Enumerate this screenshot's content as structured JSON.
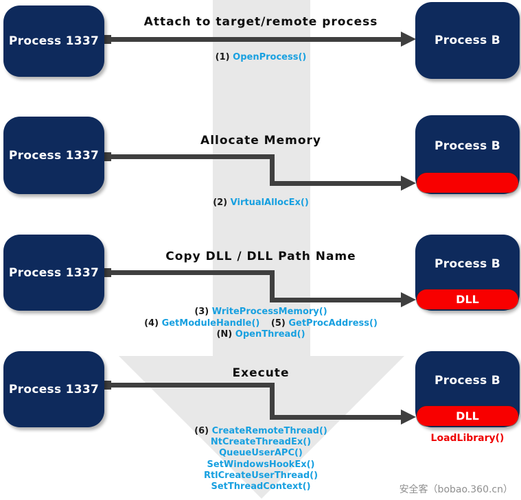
{
  "diagram": {
    "subject": "dll-injection-flow",
    "watermark": "安全客（bobao.360.cn）"
  },
  "colors": {
    "process_box": "#0e2a5c",
    "payload_red": "#f80000",
    "function_blue": "#18a0e0",
    "arrow_dark": "#3f3f3f",
    "big_arrow_gray": "#e8e8e8",
    "caption_red": "#ee0000"
  },
  "big_arrow": {
    "direction": "down"
  },
  "rows": [
    {
      "left_box": "Process 1337",
      "right_box": "Process B",
      "title": "Attach to target/remote process",
      "call_lines": [
        [
          {
            "prefix": "(1)",
            "func": "OpenProcess()"
          }
        ]
      ]
    },
    {
      "left_box": "Process 1337",
      "right_box": "Process B",
      "title": "Allocate Memory",
      "payload_label": "",
      "call_lines": [
        [
          {
            "prefix": "(2)",
            "func": "VirtualAllocEx()"
          }
        ]
      ]
    },
    {
      "left_box": "Process 1337",
      "right_box": "Process B",
      "title": "Copy DLL / DLL Path Name",
      "payload_label": "DLL",
      "call_lines": [
        [
          {
            "prefix": "(3)",
            "func": "WriteProcessMemory()"
          }
        ],
        [
          {
            "prefix": "(4)",
            "func": "GetModuleHandle()"
          },
          {
            "prefix": "(5)",
            "func": "GetProcAddress()"
          }
        ],
        [
          {
            "prefix": "(N)",
            "func": "OpenThread()"
          }
        ]
      ]
    },
    {
      "left_box": "Process 1337",
      "right_box": "Process B",
      "title": "Execute",
      "payload_label": "DLL",
      "payload_caption": "LoadLibrary()",
      "call_lines": [
        [
          {
            "prefix": "(6)",
            "func": "CreateRemoteThread()"
          }
        ],
        [
          {
            "func": "NtCreateThreadEx()"
          }
        ],
        [
          {
            "func": "QueueUserAPC()"
          }
        ],
        [
          {
            "func": "SetWindowsHookEx()"
          }
        ],
        [
          {
            "func": "RtlCreateUserThread()"
          }
        ],
        [
          {
            "func": "SetThreadContext()"
          }
        ]
      ]
    }
  ]
}
